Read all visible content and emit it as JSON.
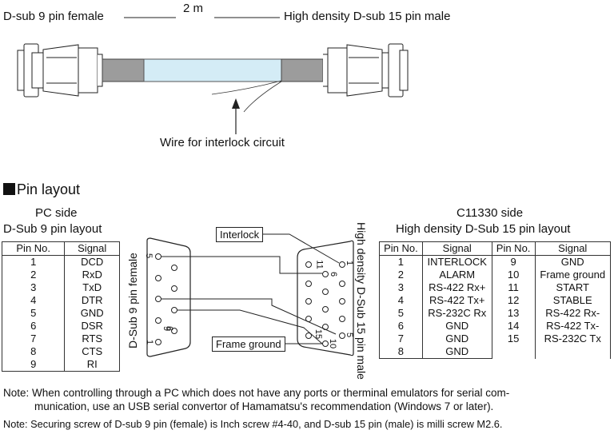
{
  "cable": {
    "length_label": "2 m",
    "left_connector_label": "D-sub 9 pin female",
    "right_connector_label": "High density D-sub 15 pin male",
    "interlock_wire_label": "Wire for interlock circuit"
  },
  "section": {
    "marker": "■",
    "title": "Pin layout"
  },
  "pc_side": {
    "title": "PC side",
    "subtitle": "D-Sub 9 pin layout",
    "headers": [
      "Pin No.",
      "Signal"
    ],
    "rows": [
      [
        "1",
        "DCD"
      ],
      [
        "2",
        "RxD"
      ],
      [
        "3",
        "TxD"
      ],
      [
        "4",
        "DTR"
      ],
      [
        "5",
        "GND"
      ],
      [
        "6",
        "DSR"
      ],
      [
        "7",
        "RTS"
      ],
      [
        "8",
        "CTS"
      ],
      [
        "9",
        "RI"
      ]
    ]
  },
  "device_side": {
    "title": "C11330 side",
    "subtitle": "High density D-Sub 15 pin layout",
    "headers": [
      "Pin No.",
      "Signal",
      "Pin No.",
      "Signal"
    ],
    "rows": [
      [
        "1",
        "INTERLOCK",
        "9",
        "GND"
      ],
      [
        "2",
        "ALARM",
        "10",
        "Frame ground"
      ],
      [
        "3",
        "RS-422 Rx+",
        "11",
        "START"
      ],
      [
        "4",
        "RS-422 Tx+",
        "12",
        "STABLE"
      ],
      [
        "5",
        "RS-232C Rx",
        "13",
        "RS-422 Rx-"
      ],
      [
        "6",
        "GND",
        "14",
        "RS-422 Tx-"
      ],
      [
        "7",
        "GND",
        "15",
        "RS-232C Tx"
      ],
      [
        "8",
        "GND",
        "",
        ""
      ]
    ]
  },
  "wiring": {
    "interlock_label": "Interlock",
    "frame_ground_label": "Frame ground",
    "left_vertical_label": "D-Sub 9 pin female",
    "right_vertical_label": "High density D-Sub 15 pin male",
    "left_pin_labels": [
      "5",
      "9",
      "6",
      "1"
    ],
    "right_pin_labels": [
      "11",
      "6",
      "1",
      "5",
      "15",
      "10"
    ]
  },
  "notes": [
    "Note: When controlling through a PC which does not have any ports or therminal emulators for serial com-",
    "munication, use an USB serial convertor of Hamamatsu's recommendation (Windows 7 or later).",
    "Note: Securing screw of D-sub 9 pin (female) is Inch screw #4-40, and D-sub 15 pin (male) is milli screw M2.6."
  ]
}
